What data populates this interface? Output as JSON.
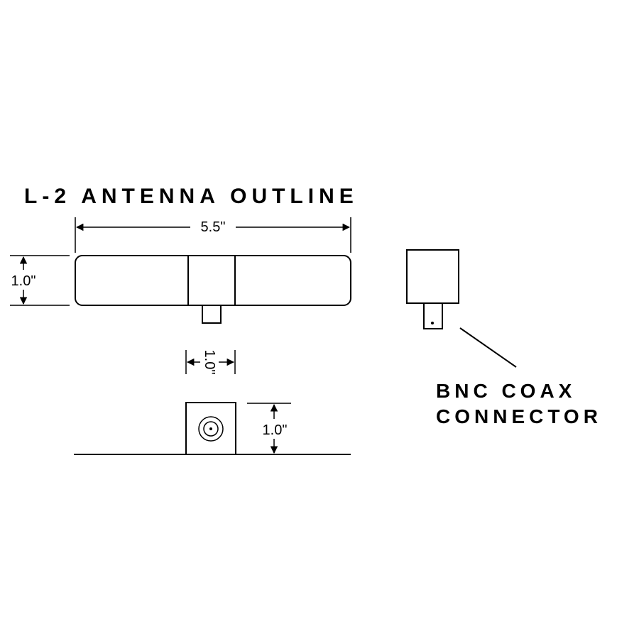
{
  "diagram": {
    "title": "L-2 ANTENNA OUTLINE",
    "dimensions": {
      "overall_length": "5.5\"",
      "body_height": "1.0\"",
      "connector_width": "1.0\"",
      "end_view_height": "1.0\""
    },
    "callout": {
      "line1": "BNC COAX",
      "line2": "CONNECTOR"
    }
  }
}
